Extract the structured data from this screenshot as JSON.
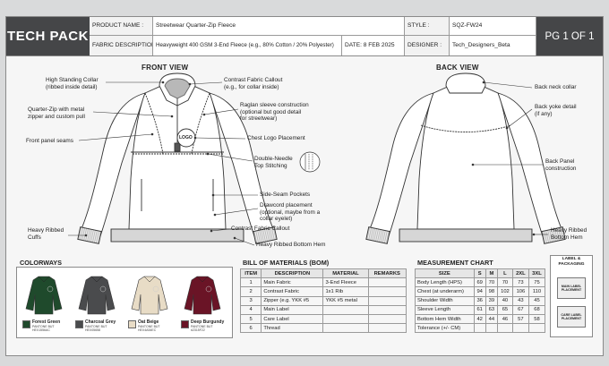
{
  "header": {
    "brand": "TECH PACK",
    "product_name_label": "PRODUCT NAME :",
    "product_name": "Streetwear Quarter-Zip Fleece",
    "style_label": "STYLE :",
    "style": "SQZ-FW24",
    "page": "PG 1 OF 1",
    "fabric_label": "FABRIC DESCRIPTION :",
    "fabric": "Heavyweight 400 GSM 3-End Fleece (e.g., 80% Cotton / 20% Polyester)",
    "date": "DATE: 8 FEB 2025",
    "designer_label": "DESIGNER :",
    "designer": "Tech_Designers_Beta"
  },
  "front_view": {
    "title": "FRONT VIEW",
    "logo": "LOGO",
    "callouts": {
      "collar": [
        "High Standing Collar",
        "(ribbed inside detail)"
      ],
      "zip": [
        "Quarter-Zip with metal",
        "zipper and custom pull"
      ],
      "seams": [
        "Front panel seams"
      ],
      "cuffs": [
        "Heavy Ribbed",
        "Cuffs"
      ],
      "contrast": [
        "Contrast Fabric Callout",
        "(e.g., for collar inside)"
      ],
      "raglan": [
        "Raglan sleeve construction",
        "(optional but good detail",
        "for streetwear)"
      ],
      "chest_logo": [
        "Chest Logo Placement"
      ],
      "double_needle": [
        "Double-Needle",
        "Top Stitching"
      ],
      "side_seam": [
        "Side-Seam Pockets"
      ],
      "drawcord": [
        "Drawcord placement",
        "(optional, maybe from a",
        "collar eyelet)"
      ],
      "contrast2": [
        "Contrast Fabric Callout"
      ],
      "hem": [
        "Heavy Ribbed Bottom Hem"
      ]
    }
  },
  "back_view": {
    "title": "BACK VIEW",
    "callouts": {
      "neck": [
        "Back neck collar"
      ],
      "yoke": [
        "Back yoke detail",
        "(if any)"
      ],
      "panel": [
        "Back Panel",
        "construction"
      ],
      "hem": [
        "Heavy Ribbed",
        "Bottom Hem"
      ]
    }
  },
  "colorways": {
    "title": "COLORWAYS",
    "items": [
      {
        "name": "Forest Green",
        "pantone": "PANTONE BUT",
        "hex": "HEX1556AC",
        "color": "#1f4a2c"
      },
      {
        "name": "Charcoal Grey",
        "pantone": "PANTONE BUT",
        "hex": "HEX05658",
        "color": "#4a4b4d"
      },
      {
        "name": "Oat Beige",
        "pantone": "PANTONE BUT",
        "hex": "HEX4A54EC",
        "color": "#e8dcc6"
      },
      {
        "name": "Deep Burgundy",
        "pantone": "PANTONE BUT",
        "hex": "#2315F22",
        "color": "#6a1426"
      }
    ]
  },
  "bom": {
    "title": "BILL OF MATERIALS (BOM)",
    "columns": [
      "ITEM",
      "DESCRIPTION",
      "MATERIAL",
      "REMARKS"
    ],
    "rows": [
      [
        "1",
        "Main Fabric",
        "3-End Fleece",
        ""
      ],
      [
        "2",
        "Contrast Fabric",
        "1x1 Rib",
        ""
      ],
      [
        "3",
        "Zipper (e.g. YKK #5",
        "YKK #5 metal",
        ""
      ],
      [
        "4",
        "Main Label",
        "",
        ""
      ],
      [
        "5",
        "Care Label",
        "",
        ""
      ],
      [
        "6",
        "Thread",
        "",
        ""
      ]
    ]
  },
  "measurements": {
    "title": "MEASUREMENT CHART",
    "columns": [
      "SIZE",
      "S",
      "M",
      "L",
      "2XL",
      "3XL"
    ],
    "rows": [
      [
        "Body Length (HPS)",
        "69",
        "70",
        "70",
        "73",
        "75"
      ],
      [
        "Chest (at underarm)",
        "94",
        "98",
        "102",
        "106",
        "110"
      ],
      [
        "Shoulder Width",
        "36",
        "39",
        "40",
        "43",
        "45"
      ],
      [
        "Sleeve Length",
        "61",
        "63",
        "65",
        "67",
        "68"
      ],
      [
        "Bottom Hem Width",
        "42",
        "44",
        "46",
        "57",
        "58"
      ],
      [
        "Tolerance (+/- CM)",
        "",
        "",
        "",
        "",
        ""
      ]
    ]
  },
  "labels": {
    "title": "LABEL & PACKAGING",
    "main": "MAIN LABEL PLACEMENT",
    "care": "CARE LABEL PLACEMENT"
  }
}
